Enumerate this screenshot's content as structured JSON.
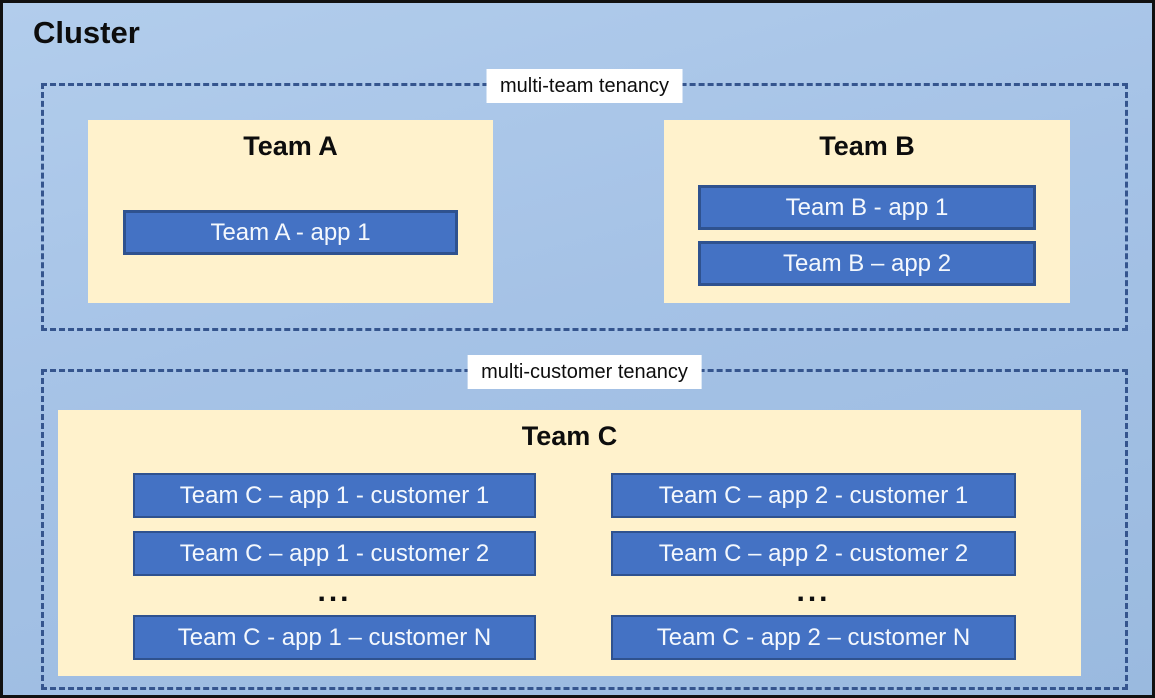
{
  "diagram": {
    "title": "Cluster",
    "groups": {
      "multi_team": {
        "label": "multi-team tenancy"
      },
      "multi_customer": {
        "label": "multi-customer tenancy"
      }
    },
    "teams": {
      "a": {
        "title": "Team A",
        "apps": [
          "Team A - app 1"
        ]
      },
      "b": {
        "title": "Team B",
        "apps": [
          "Team B - app 1",
          "Team B – app 2"
        ]
      },
      "c": {
        "title": "Team C",
        "columns": [
          {
            "rows": [
              "Team C – app 1 - customer 1",
              "Team C – app 1 - customer 2"
            ],
            "ellipsis": "...",
            "last_row": "Team C - app 1 – customer N"
          },
          {
            "rows": [
              "Team C – app 2 - customer 1",
              "Team C – app 2 - customer 2"
            ],
            "ellipsis": "...",
            "last_row": "Team C - app 2 – customer N"
          }
        ]
      }
    },
    "colors": {
      "canvas_bg": "#A5C2E6",
      "panel_fill": "#FFF2CC",
      "app_fill": "#4472C4",
      "app_border": "#2F528F",
      "dashed_border": "#35558E",
      "app_text": "#FFFFFF",
      "outer_border": "#111111"
    }
  }
}
